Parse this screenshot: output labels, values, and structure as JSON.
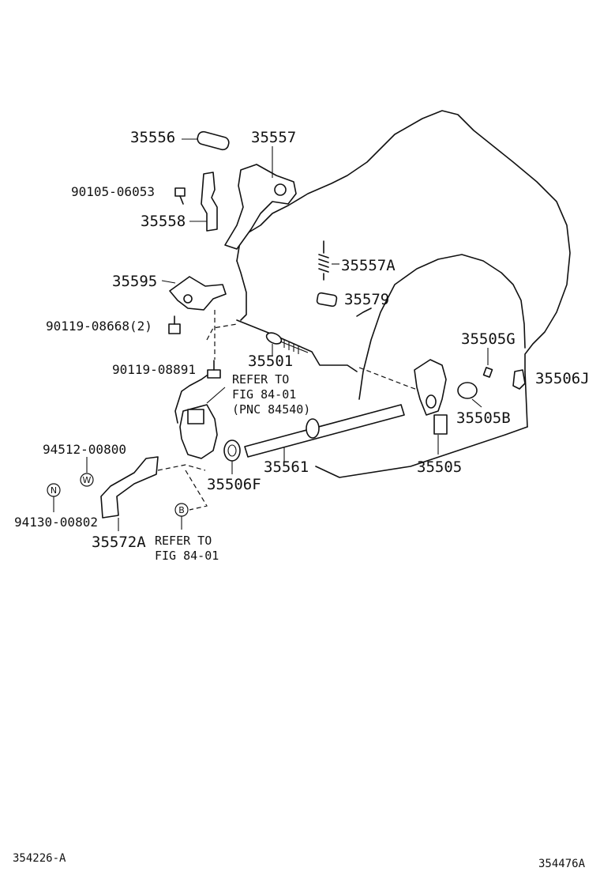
{
  "labels": {
    "p35556": "35556",
    "p35557": "35557",
    "p90105": "90105-06053",
    "p35558": "35558",
    "p35557A": "35557A",
    "p35595": "35595",
    "p35579": "35579",
    "p90119_08668": "90119-08668(2)",
    "p35505G": "35505G",
    "p35501": "35501",
    "p90119_08891": "90119-08891",
    "p35506J": "35506J",
    "refer1_line1": "REFER TO",
    "refer1_line2": "FIG 84-01",
    "refer1_line3": "(PNC 84540)",
    "p35505B": "35505B",
    "p94512": "94512-00800",
    "p35561": "35561",
    "p35505": "35505",
    "p35506F": "35506F",
    "p94130": "94130-00802",
    "p35572A": "35572A",
    "refer2_line1": "REFER TO",
    "refer2_line2": "FIG 84-01"
  },
  "markers": {
    "w": "W",
    "n": "N",
    "b": "B"
  },
  "footer": {
    "left": "354226-A",
    "right": "354476A"
  }
}
